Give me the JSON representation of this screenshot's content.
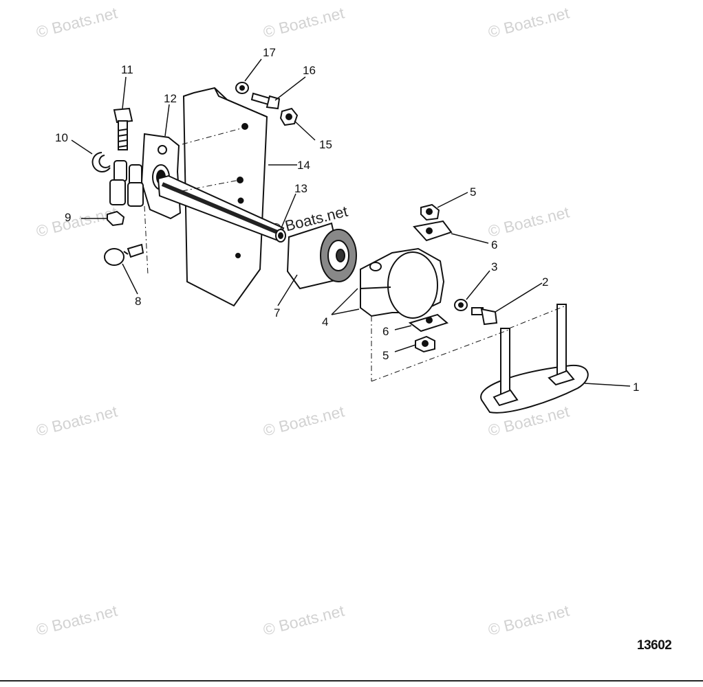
{
  "drawing_number": "13602",
  "watermark_text": "© Boats.net",
  "callouts": [
    {
      "id": "callout-1",
      "label": "1"
    },
    {
      "id": "callout-2",
      "label": "2"
    },
    {
      "id": "callout-3",
      "label": "3"
    },
    {
      "id": "callout-4",
      "label": "4"
    },
    {
      "id": "callout-5a",
      "label": "5"
    },
    {
      "id": "callout-5b",
      "label": "5"
    },
    {
      "id": "callout-6a",
      "label": "6"
    },
    {
      "id": "callout-6b",
      "label": "6"
    },
    {
      "id": "callout-7",
      "label": "7"
    },
    {
      "id": "callout-8",
      "label": "8"
    },
    {
      "id": "callout-9",
      "label": "9"
    },
    {
      "id": "callout-10",
      "label": "10"
    },
    {
      "id": "callout-11",
      "label": "11"
    },
    {
      "id": "callout-12",
      "label": "12"
    },
    {
      "id": "callout-13",
      "label": "13"
    },
    {
      "id": "callout-14",
      "label": "14"
    },
    {
      "id": "callout-15",
      "label": "15"
    },
    {
      "id": "callout-16",
      "label": "16"
    },
    {
      "id": "callout-17",
      "label": "17"
    }
  ],
  "colors": {
    "ink": "#111111",
    "watermark": "#d2d2d2",
    "background": "#ffffff"
  }
}
